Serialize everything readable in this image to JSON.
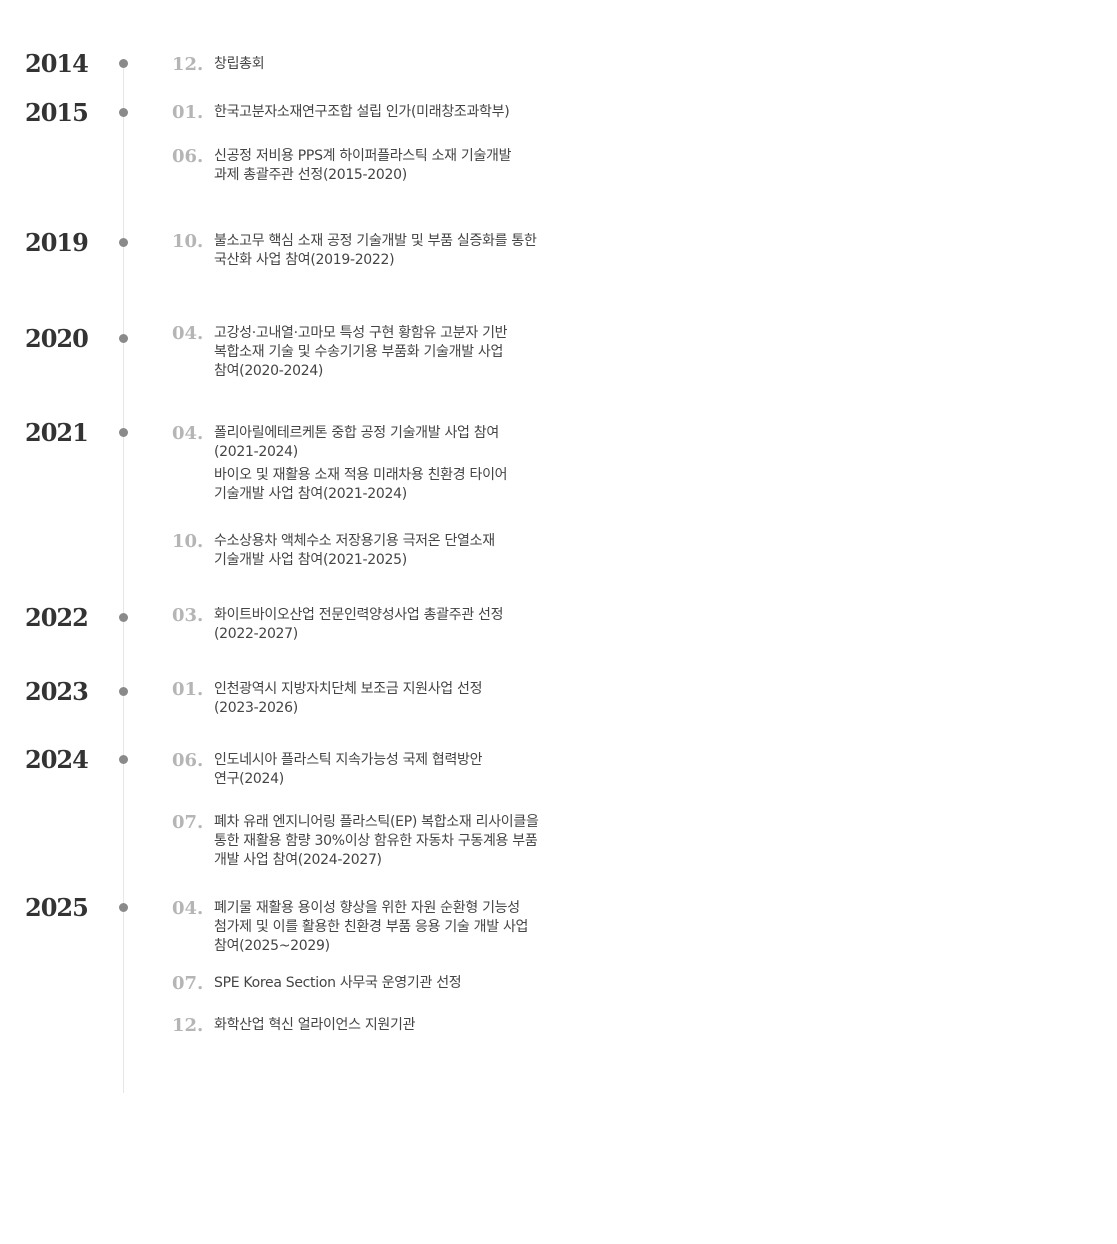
{
  "timeline": [
    {
      "year": "2014",
      "items": [
        {
          "month": "12.",
          "paras": [
            [
              "창립총회"
            ]
          ]
        }
      ]
    },
    {
      "year": "2015",
      "items": [
        {
          "month": "01.",
          "paras": [
            [
              "한국고분자소재연구조합 설립 인가(미래창조과학부)"
            ]
          ]
        },
        {
          "month": "06.",
          "paras": [
            [
              "신공정 저비용 PPS계 하이퍼플라스틱 소재 기술개발",
              "과제 총괄주관 선정(2015-2020)"
            ]
          ]
        }
      ]
    },
    {
      "year": "2019",
      "items": [
        {
          "month": "10.",
          "paras": [
            [
              "불소고무 핵심 소재 공정 기술개발 및 부품 실증화를 통한",
              "국산화 사업 참여(2019-2022)"
            ]
          ]
        }
      ]
    },
    {
      "year": "2020",
      "items": [
        {
          "month": "04.",
          "paras": [
            [
              "고강성·고내열·고마모 특성 구현 황함유 고분자 기반",
              "복합소재 기술 및 수송기기용 부품화 기술개발 사업",
              "참여(2020-2024)"
            ]
          ]
        }
      ]
    },
    {
      "year": "2021",
      "items": [
        {
          "month": "04.",
          "paras": [
            [
              "폴리아릴에테르케톤 중합 공정 기술개발 사업 참여",
              "(2021-2024)"
            ],
            [
              "바이오 및 재활용 소재 적용 미래차용 친환경 타이어",
              "기술개발 사업 참여(2021-2024)"
            ]
          ]
        },
        {
          "month": "10.",
          "paras": [
            [
              "수소상용차 액체수소 저장용기용 극저온 단열소재",
              "기술개발 사업 참여(2021-2025)"
            ]
          ]
        }
      ]
    },
    {
      "year": "2022",
      "items": [
        {
          "month": "03.",
          "paras": [
            [
              "화이트바이오산업 전문인력양성사업 총괄주관 선정",
              "(2022-2027)"
            ]
          ]
        }
      ]
    },
    {
      "year": "2023",
      "items": [
        {
          "month": "01.",
          "paras": [
            [
              "인천광역시 지방자치단체 보조금 지원사업 선정",
              "(2023-2026)"
            ]
          ]
        }
      ]
    },
    {
      "year": "2024",
      "items": [
        {
          "month": "06.",
          "paras": [
            [
              "인도네시아 플라스틱 지속가능성 국제 협력방안",
              "연구(2024)"
            ]
          ]
        },
        {
          "month": "07.",
          "paras": [
            [
              "폐차 유래 엔지니어링 플라스틱(EP) 복합소재 리사이클을",
              "통한 재활용 함량 30%이상 함유한 자동차 구동계용 부품",
              "개발 사업 참여(2024-2027)"
            ]
          ]
        }
      ]
    },
    {
      "year": "2025",
      "items": [
        {
          "month": "04.",
          "paras": [
            [
              "폐기물 재활용 용이성 향상을 위한 자원 순환형 기능성",
              "첨가제 및 이를 활용한 친환경 부품 응용 기술 개발 사업",
              "참여(2025~2029)"
            ]
          ]
        },
        {
          "month": "07.",
          "paras": [
            [
              "SPE Korea Section 사무국 운영기관 선정"
            ]
          ]
        },
        {
          "month": "12.",
          "paras": [
            [
              "화학산업 혁신 얼라이언스 지원기관"
            ]
          ]
        }
      ]
    }
  ]
}
